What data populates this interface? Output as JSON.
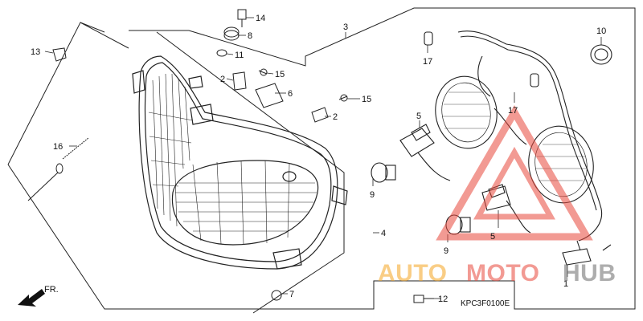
{
  "diagram": {
    "part_code": "KPC3F0100E",
    "front_indicator": "FR.",
    "callouts": [
      "1",
      "2",
      "2",
      "3",
      "4",
      "5",
      "5",
      "6",
      "7",
      "8",
      "9",
      "9",
      "10",
      "11",
      "12",
      "13",
      "14",
      "15",
      "15",
      "16",
      "17",
      "17"
    ],
    "watermark": {
      "text_auto": "AUTO",
      "text_moto": "MOTO",
      "text_hub": "HUB",
      "color_orange": "#f5a623",
      "color_red": "#e8483c",
      "color_gray": "#6b6b6b"
    },
    "line_color": "#222222"
  }
}
